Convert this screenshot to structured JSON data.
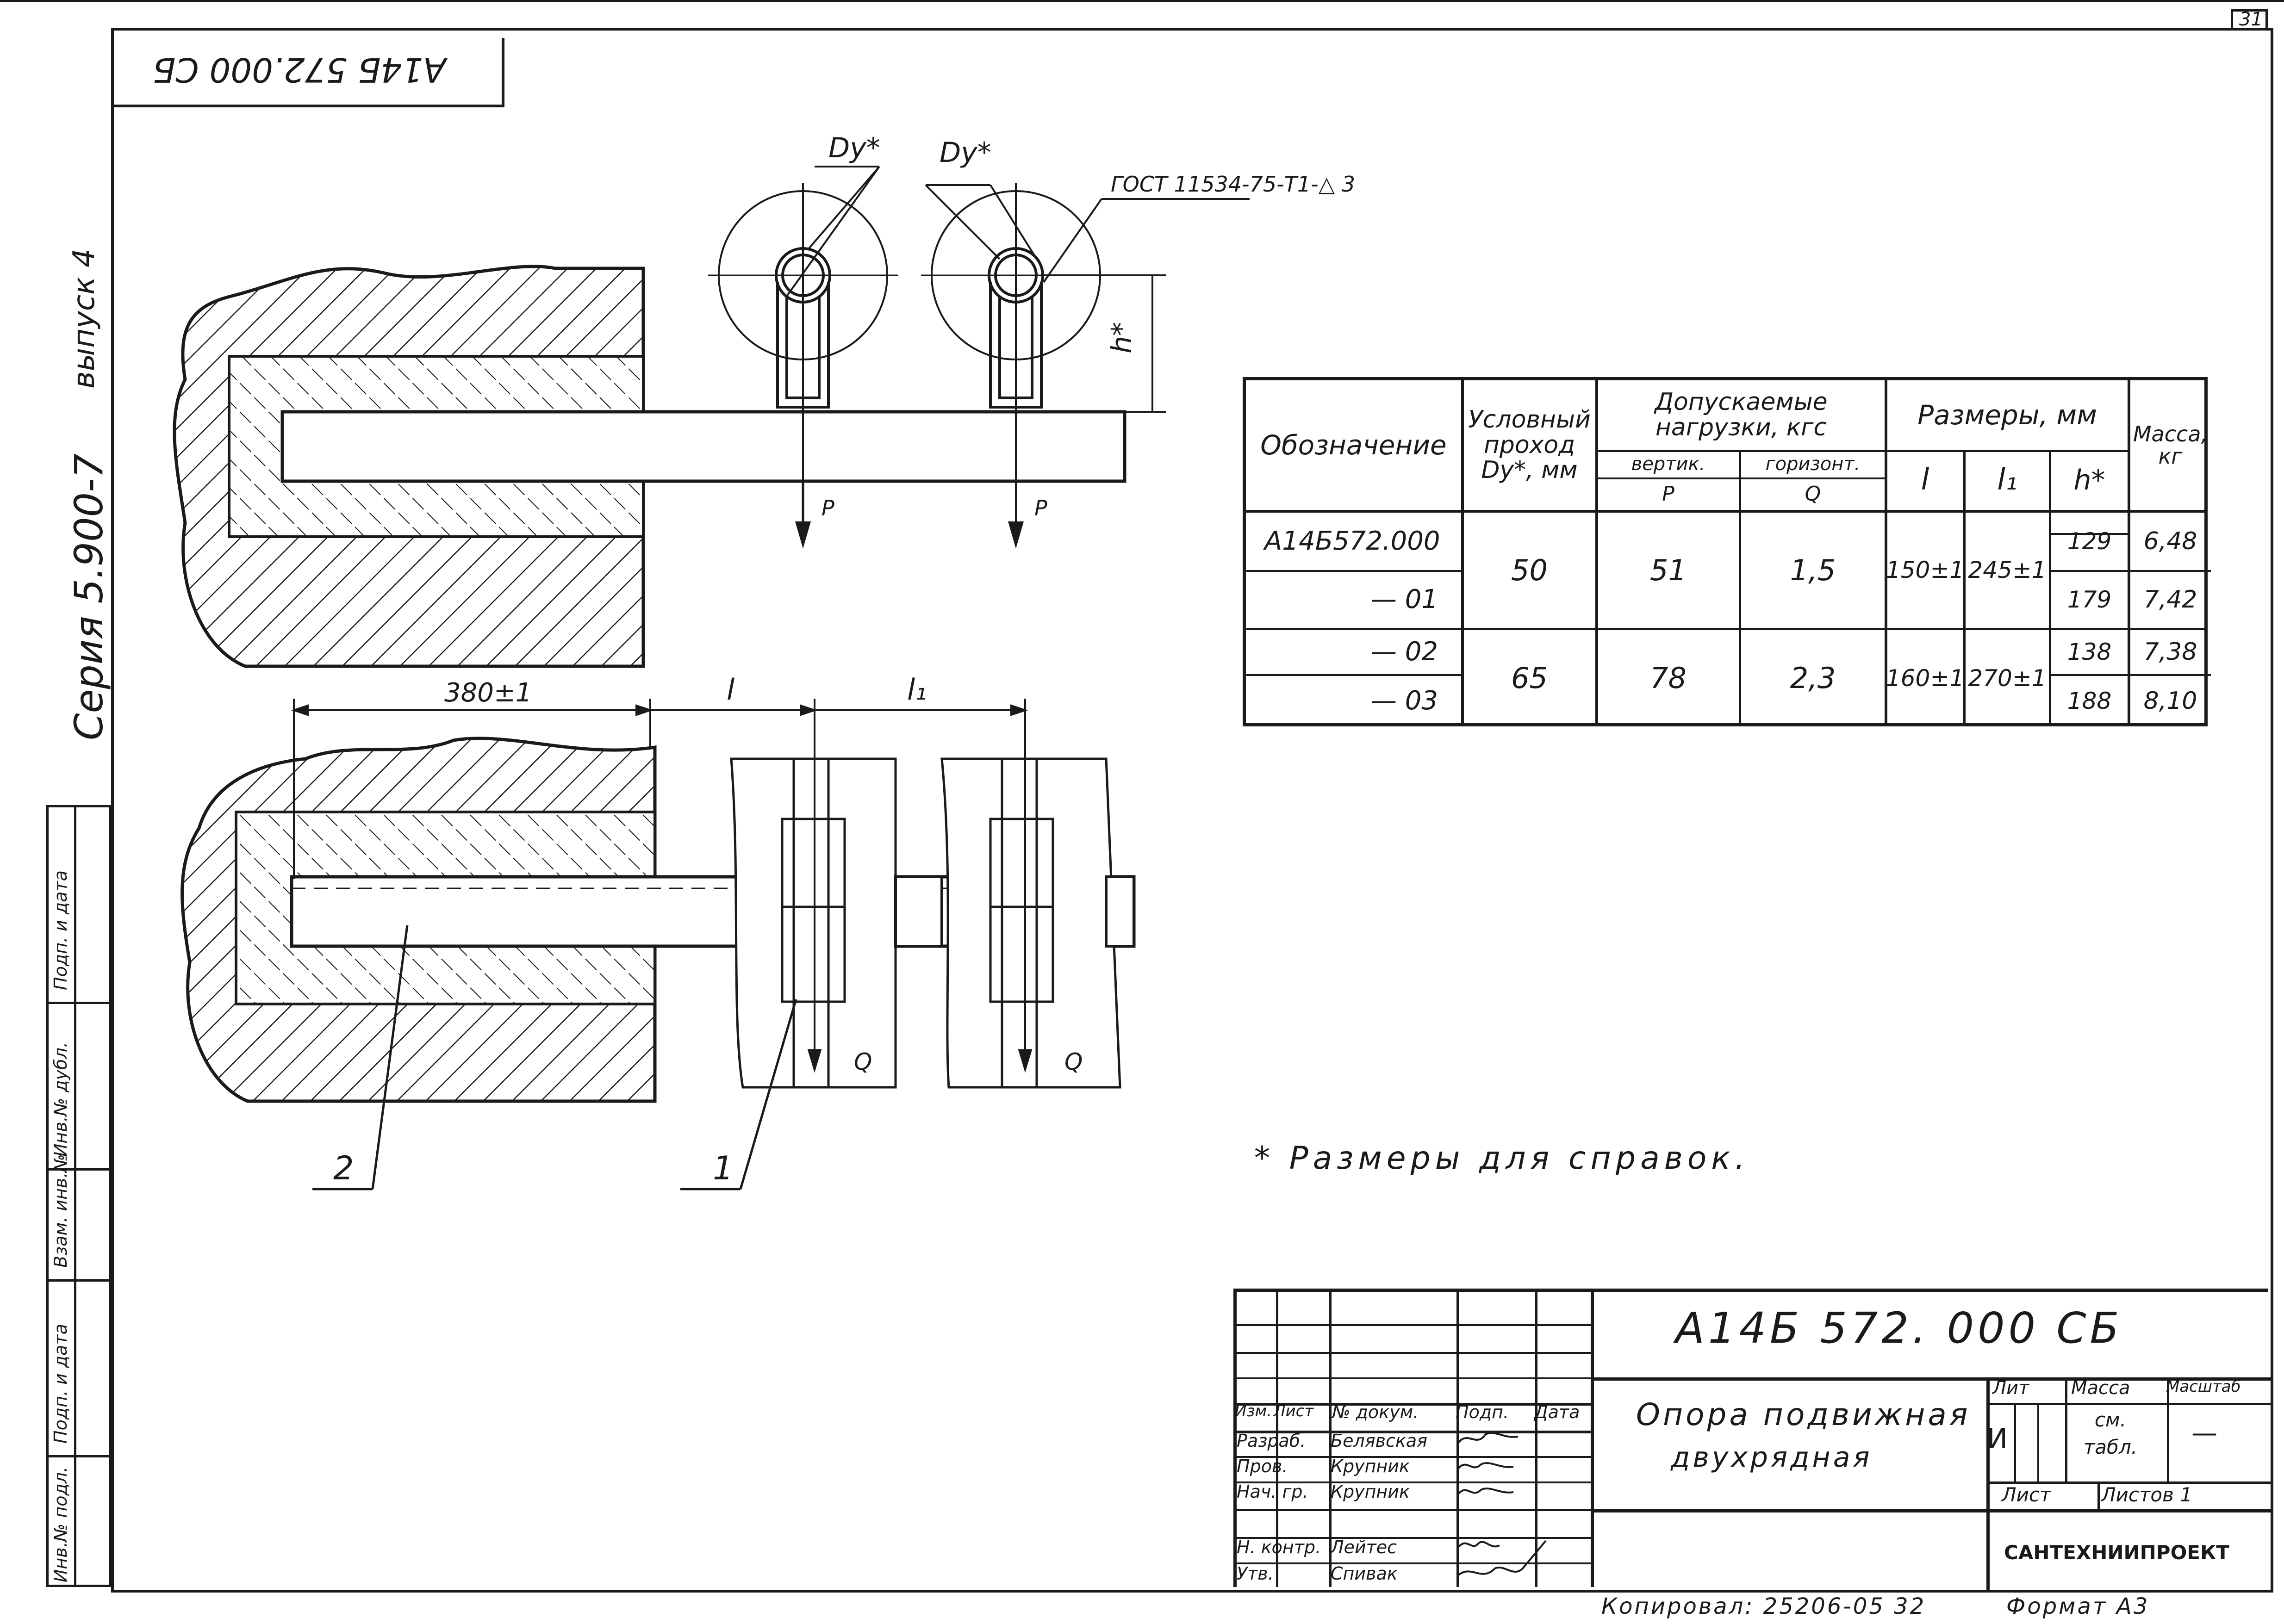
{
  "sheet": {
    "page_number": "31",
    "rotated_code": "А14Б 572.000 СБ",
    "series": "Серия 5.900-7",
    "issue": "выпуск 4"
  },
  "side_stamp": [
    "Подп. и дата",
    "Инв.№ дубл.",
    "Взам. инв.№",
    "Подп. и дата",
    "Инв.№ подл."
  ],
  "drawing": {
    "label_dy_left": "Dy*",
    "label_dy_right": "Dy*",
    "weld_note": "ГОСТ 11534-75-Т1-△ 3",
    "label_h": "h*",
    "label_p_left": "P",
    "label_p_right": "P",
    "dim_380": "380±1",
    "dim_l": "l",
    "dim_l1": "l₁",
    "label_q_left": "Q",
    "label_q_right": "Q",
    "pos_2": "2",
    "pos_1": "1",
    "reference_note": "* Размеры для справок."
  },
  "spec_table": {
    "headers": {
      "designation": "Обозначение",
      "nominal": "Условный проход Dy*, мм",
      "loads": "Допускаемые нагрузки, кгс",
      "vert": "вертик.",
      "horiz": "горизонт.",
      "p": "P",
      "q": "Q",
      "dims": "Размеры, мм",
      "l": "l",
      "l1": "l₁",
      "h": "h*",
      "mass": "Масса, кг"
    },
    "rows": [
      {
        "designation": "А14Б572.000",
        "dy": "50",
        "p": "51",
        "q": "1,5",
        "l": "150±1",
        "l1": "245±1",
        "h": "129",
        "mass": "6,48"
      },
      {
        "designation": "— 01",
        "dy": "",
        "p": "",
        "q": "",
        "l": "",
        "l1": "",
        "h": "179",
        "mass": "7,42"
      },
      {
        "designation": "— 02",
        "dy": "65",
        "p": "78",
        "q": "2,3",
        "l": "160±1",
        "l1": "270±1",
        "h": "138",
        "mass": "7,38"
      },
      {
        "designation": "— 03",
        "dy": "",
        "p": "",
        "q": "",
        "l": "",
        "l1": "",
        "h": "188",
        "mass": "8,10"
      }
    ]
  },
  "title_block": {
    "code": "А14Б 572. 000 СБ",
    "name_line1": "Опора подвижная",
    "name_line2": "двухрядная",
    "col_headers": [
      "Изм.",
      "Лист",
      "№ докум.",
      "Подп.",
      "Дата"
    ],
    "people": [
      {
        "role": "Разраб.",
        "name": "Белявская"
      },
      {
        "role": "Пров.",
        "name": "Крупник"
      },
      {
        "role": "Нач. гр.",
        "name": "Крупник"
      },
      {
        "role": "",
        "name": ""
      },
      {
        "role": "Н. контр.",
        "name": "Лейтес"
      },
      {
        "role": "Утв.",
        "name": "Спивак"
      }
    ],
    "lit_label": "Лит",
    "mass_label": "Масса",
    "scale_label": "Масштаб",
    "lit_value": "И",
    "mass_value": "см. табл.",
    "scale_value": "—",
    "sheet_label": "Лист",
    "sheets_label": "Листов 1",
    "organization": "САНТЕХНИИПРОЕКТ",
    "copied": "Копировал: 25206-05  32",
    "format": "Формат А3"
  }
}
